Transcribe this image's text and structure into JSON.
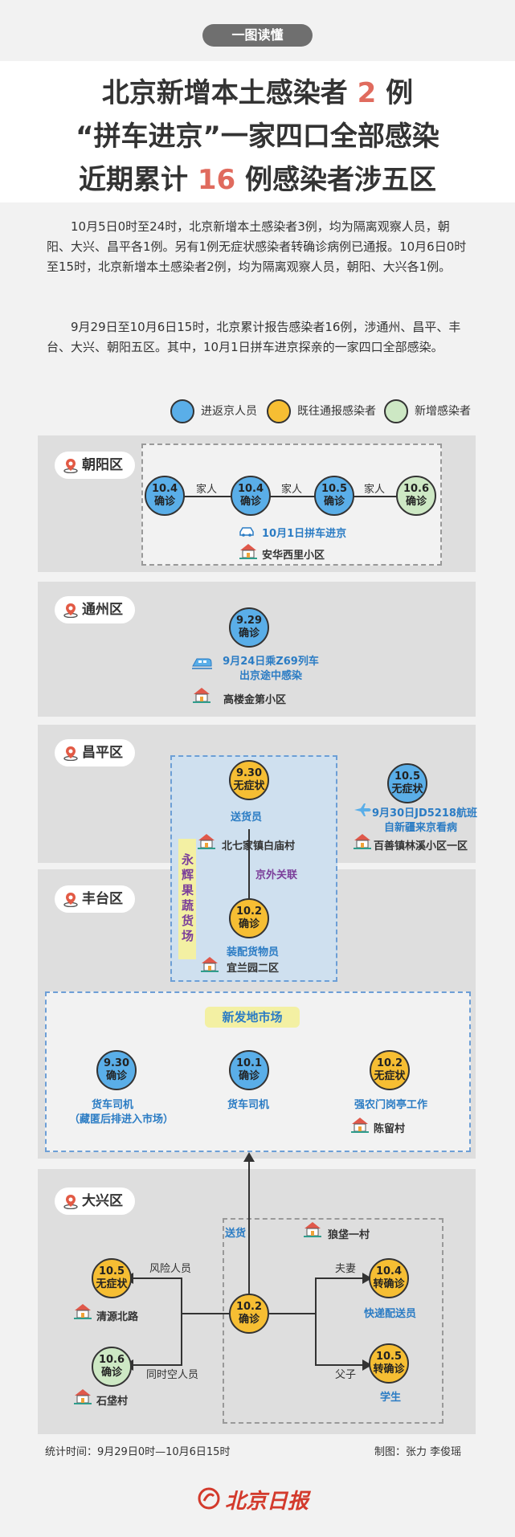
{
  "tag": "一图读懂",
  "title": {
    "line1_a": "北京新增本土感染者",
    "line1_num": "2",
    "line1_b": "例",
    "line2": "“拼车进京”一家四口全部感染",
    "line3_a": "近期累计",
    "line3_num": "16",
    "line3_b": "例感染者涉五区"
  },
  "paragraphs": [
    "10月5日0时至24时，北京新增本土感染者3例，均为隔离观察人员，朝阳、大兴、昌平各1例。另有1例无症状感染者转确诊病例已通报。10月6日0时至15时，北京新增本土感染者2例，均为隔离观察人员，朝阳、大兴各1例。",
    "9月29日至10月6日15时，北京累计报告感染者16例，涉通州、昌平、丰台、大兴、朝阳五区。其中，10月1日拼车进京探亲的一家四口全部感染。"
  ],
  "legend": [
    {
      "label": "进返京人员",
      "color": "#5aaee8"
    },
    {
      "label": "既往通报感染者",
      "color": "#f6be33"
    },
    {
      "label": "新增感染者",
      "color": "#cde8c4"
    }
  ],
  "districts": {
    "chaoyang": "朝阳区",
    "tongzhou": "通州区",
    "changping": "昌平区",
    "fengtai": "丰台区",
    "daxing": "大兴区"
  },
  "chaoyang": {
    "nodes": [
      {
        "date": "10.4",
        "status": "确诊"
      },
      {
        "date": "10.4",
        "status": "确诊"
      },
      {
        "date": "10.5",
        "status": "确诊"
      },
      {
        "date": "10.6",
        "status": "确诊"
      }
    ],
    "edge_labels": [
      "家人",
      "家人",
      "家人"
    ],
    "travel": "10月1日拼车进京",
    "place": "安华西里小区"
  },
  "tongzhou": {
    "node": {
      "date": "9.29",
      "status": "确诊"
    },
    "travel_line1": "9月24日乘Z69列车",
    "travel_line2": "出京途中感染",
    "place": "高楼金第小区"
  },
  "changping": {
    "node_a": {
      "date": "9.30",
      "status": "无症状"
    },
    "node_a_role": "送货员",
    "node_a_place": "北七家镇白庙村",
    "node_b": {
      "date": "10.5",
      "status": "无症状"
    },
    "node_b_travel1": "9月30日JD5218航班",
    "node_b_travel2": "自新疆来京看病",
    "node_b_place": "百善镇林溪小区一区",
    "link_label": "京外关联"
  },
  "fengtai": {
    "market_side": "永辉果蔬货场",
    "node": {
      "date": "10.2",
      "status": "确诊"
    },
    "role": "装配货物员",
    "place": "宜兰园二区"
  },
  "xinfadi": {
    "title": "新发地市场",
    "nodes": [
      {
        "date": "9.30",
        "status": "确诊",
        "role": "货车司机",
        "note": "（藏匿后排进入市场）"
      },
      {
        "date": "10.1",
        "status": "确诊",
        "role": "货车司机",
        "note": ""
      },
      {
        "date": "10.2",
        "status": "无症状",
        "role": "强农门岗亭工作",
        "note": ""
      }
    ],
    "place": "陈留村"
  },
  "daxing": {
    "delivery": "送货",
    "place_top": "狼垡一村",
    "center": {
      "date": "10.2",
      "status": "确诊"
    },
    "left_top": {
      "date": "10.5",
      "status": "无症状",
      "rel": "风险人员",
      "place": "清源北路"
    },
    "left_bottom": {
      "date": "10.6",
      "status": "确诊",
      "rel": "同时空人员",
      "place": "石垡村"
    },
    "right_top": {
      "date": "10.4",
      "status": "转确诊",
      "rel": "夫妻",
      "role": "快递配送员"
    },
    "right_bottom": {
      "date": "10.5",
      "status": "转确诊",
      "rel": "父子",
      "role": "学生"
    }
  },
  "footer": {
    "stat_time": "统计时间：9月29日0时—10月6日15时",
    "credit": "制图：张力 李俊瑶",
    "brand": "北京日报"
  },
  "colors": {
    "blue": "#5aaee8",
    "yellow": "#f6be33",
    "green": "#cde8c4",
    "accent_red": "#e06b5e",
    "brand_red": "#d33a2c"
  }
}
